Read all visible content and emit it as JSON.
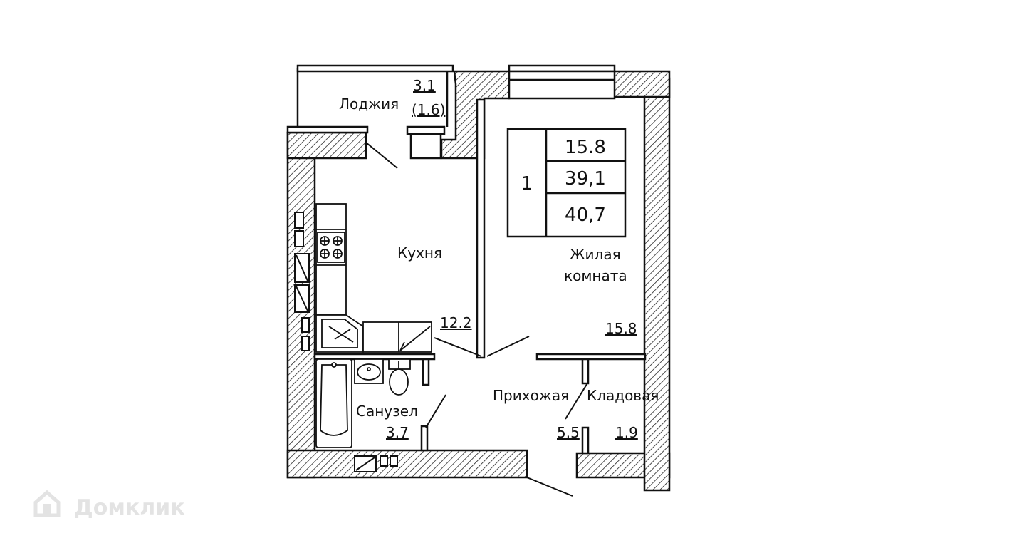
{
  "rooms": {
    "loggia": {
      "label": "Лоджия",
      "area": "3.1",
      "area_reduced": "(1.6)"
    },
    "kitchen": {
      "label": "Кухня",
      "area": "12.2"
    },
    "living": {
      "label_line1": "Жилая",
      "label_line2": "комната",
      "area": "15.8"
    },
    "bathroom": {
      "label": "Санузел",
      "area": "3.7"
    },
    "hallway": {
      "label": "Прихожая",
      "area": "5.5"
    },
    "storage": {
      "label": "Кладовая",
      "area": "1.9"
    }
  },
  "summary_table": {
    "rooms_count": "1",
    "living_area": "15.8",
    "total_area": "39,1",
    "total_with_loggia": "40,7"
  },
  "watermark": {
    "text": "Домклик"
  },
  "colors": {
    "line": "#111111",
    "hatch": "#222222",
    "background": "#ffffff",
    "watermark": "#e3e3e3"
  }
}
